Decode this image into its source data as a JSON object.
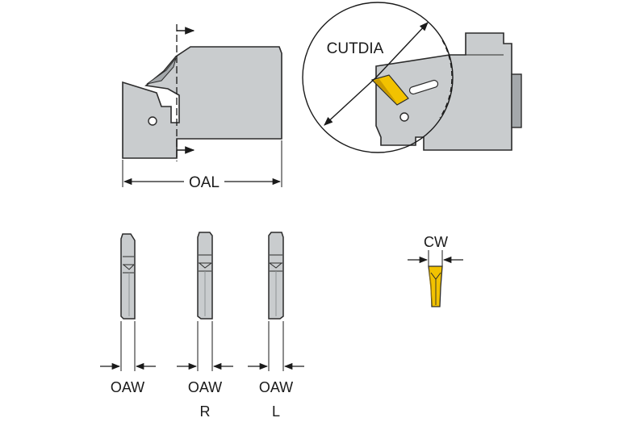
{
  "labels": {
    "oal": "OAL",
    "cutdia": "CUTDIA",
    "cw": "CW",
    "oaw_1": "OAW",
    "oaw_2": "OAW",
    "oaw_3": "OAW",
    "suffix_r": "R",
    "suffix_l": "L"
  },
  "colors": {
    "metal_fill": "#c9ccce",
    "metal_dark": "#a4a8ab",
    "outline": "#2b2b2b",
    "insert_yellow": "#f2c200",
    "insert_shadow": "#c99a00"
  }
}
